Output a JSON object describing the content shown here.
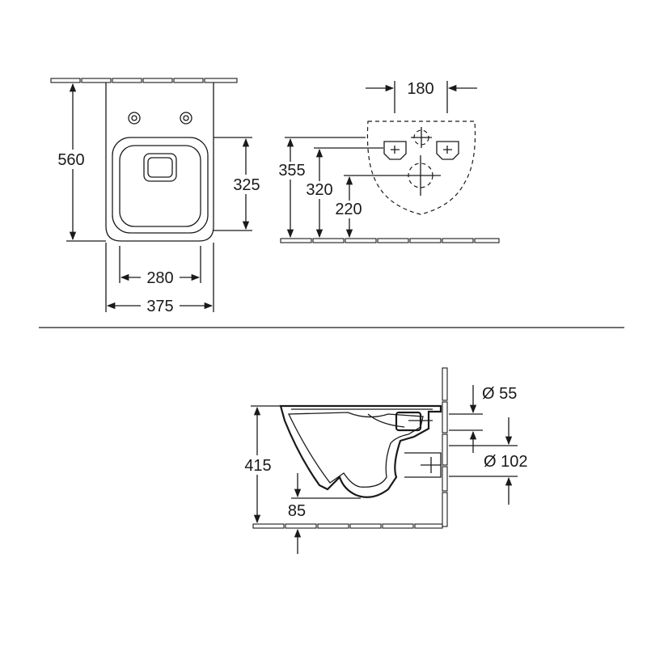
{
  "colors": {
    "line": "#1a1a1a",
    "background": "#ffffff"
  },
  "top_view": {
    "height_label": "560",
    "seat_height_label": "325",
    "inner_width_label": "280",
    "outer_width_label": "375"
  },
  "front_view": {
    "bolt_spacing_label": "180",
    "h1_label": "355",
    "h2_label": "320",
    "h3_label": "220"
  },
  "side_view": {
    "height_label": "415",
    "drain_offset_label": "85",
    "inlet_diameter_label": "Ø 55",
    "outlet_diameter_label": "Ø 102"
  }
}
